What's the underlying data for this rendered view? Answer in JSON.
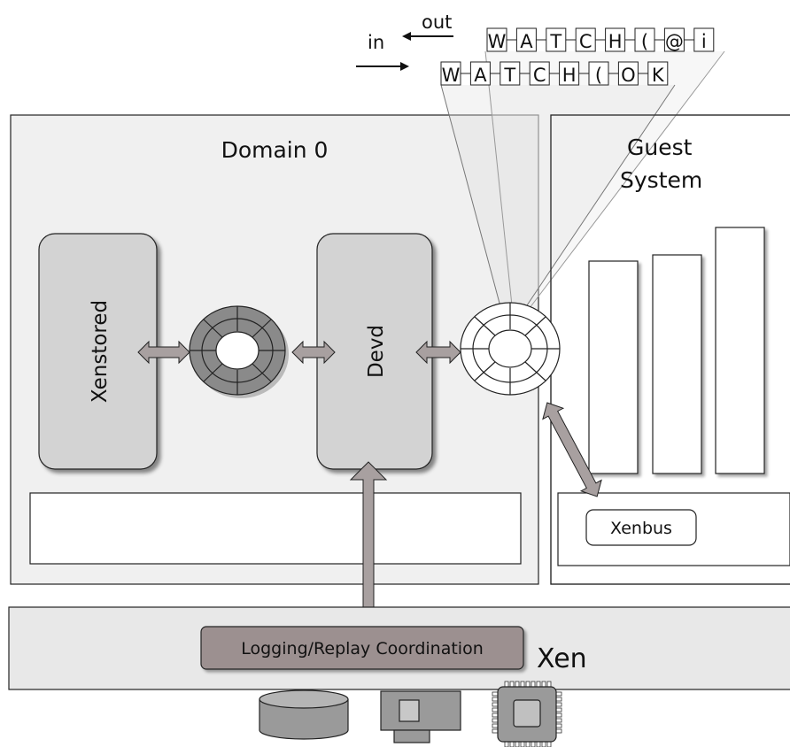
{
  "labels": {
    "domain0": "Domain 0",
    "guest_line1": "Guest",
    "guest_line2": "System",
    "xenstored": "Xenstored",
    "devd": "Devd",
    "xenbus": "Xenbus",
    "coordination": "Logging/Replay Coordination",
    "xen": "Xen",
    "out": "out",
    "in": "in"
  },
  "ring_out": {
    "label": "out",
    "cells": [
      "W",
      "A",
      "T",
      "C",
      "H",
      "(",
      "@",
      "i"
    ]
  },
  "ring_in": {
    "label": "in",
    "cells": [
      "W",
      "A",
      "T",
      "C",
      "H",
      "(",
      "O",
      "K"
    ]
  },
  "hardware": [
    "disk-icon",
    "network-card-icon",
    "cpu-chip-icon"
  ],
  "colors": {
    "panel_fill": "#f0f0f0",
    "box_fill": "#d3d3d3",
    "arrow_fill": "#a8a0a0",
    "dark_ring": "#8a8a8a",
    "coordination_fill": "#9c9090"
  }
}
